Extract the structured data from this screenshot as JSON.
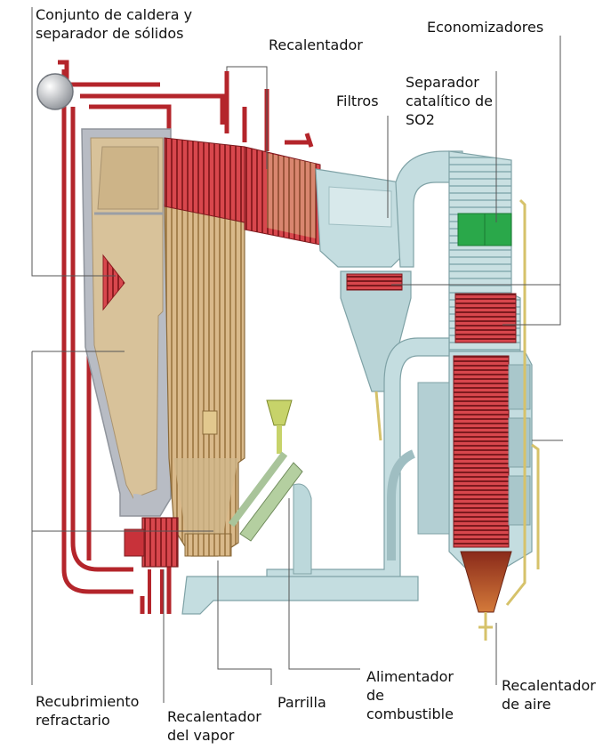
{
  "labels": {
    "boiler_separator": [
      "Conjunto de caldera y",
      "separador de sólidos"
    ],
    "reheater": "Recalentador",
    "economizers": "Economizadores",
    "filters": "Filtros",
    "so2_separator": [
      "Separador",
      "catalítico de",
      "SO2"
    ],
    "refractory_lining": [
      "Recubrimiento",
      "refractario"
    ],
    "steam_reheater": [
      "Recalentador",
      "del vapor"
    ],
    "grate": "Parrilla",
    "fuel_feeder": [
      "Alimentador",
      "de",
      "combustible"
    ],
    "air_heater": [
      "Recalentador",
      "de aire"
    ]
  },
  "colors": {
    "pipe_red": "#b4252b",
    "tube_red": "#c8323a",
    "sand": "#d8c29a",
    "refractory_gray": "#b8bcc4",
    "duct_teal": "#bcd8db",
    "catalyst_green": "#2aa84a",
    "hopper_rust": "#a8482a",
    "leader_line": "#555555"
  }
}
